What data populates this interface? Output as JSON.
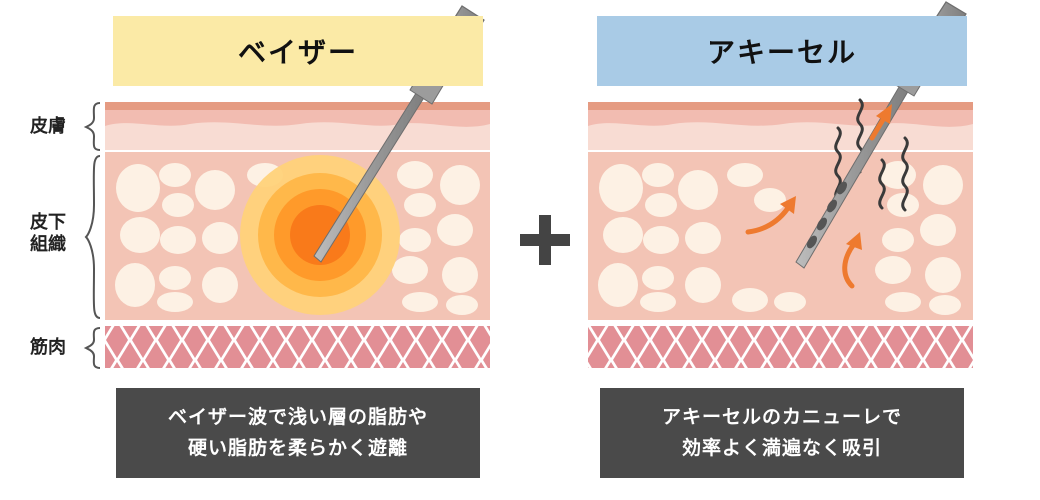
{
  "left_panel": {
    "title": "ベイザー",
    "title_bg": "#fbeaa6",
    "caption_line1": "ベイザー波で浅い層の脂肪や",
    "caption_line2": "硬い脂肪を柔らかく遊離"
  },
  "right_panel": {
    "title": "アキーセル",
    "title_bg": "#a9cbe6",
    "caption_line1": "アキーセルのカニューレで",
    "caption_line2": "効率よく満遍なく吸引"
  },
  "layers": {
    "skin": "皮膚",
    "subcutaneous_line1": "皮下",
    "subcutaneous_line2": "組織",
    "muscle": "筋肉"
  },
  "colors": {
    "skin_top": "#e59b82",
    "skin_band": "#f2bcb1",
    "skin_light": "#f8dcd3",
    "fat_bg": "#f3c4b5",
    "fat_cell": "#fdf1e4",
    "muscle": "#e28f95",
    "caption_bg": "#4a4a4a",
    "arrow": "#ee7a2f",
    "plus": "#444444"
  },
  "icons": [
    "probe-icon",
    "cannula-icon",
    "plus-icon",
    "arrow-icon",
    "vibration-wave-icon"
  ]
}
